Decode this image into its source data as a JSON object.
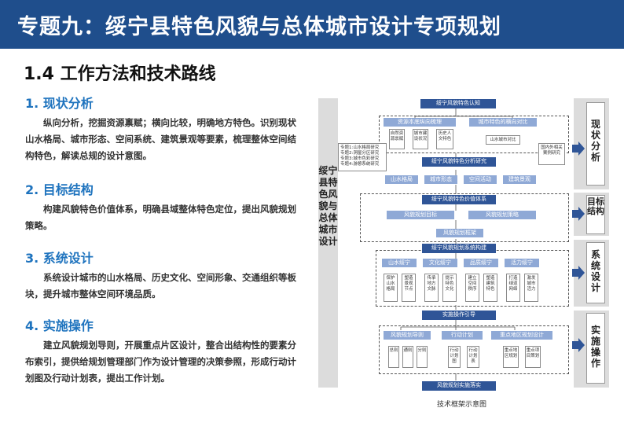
{
  "header": {
    "title": "专题九：绥宁县特色风貌与总体城市设计专项规划"
  },
  "section": {
    "title": "1.4 工作方法和技术路线"
  },
  "items": [
    {
      "heading": "1. 现状分析",
      "text": "纵向分析，挖掘资源禀赋；横向比较，明确地方特色。识别现状山水格局、城市形态、空间系统、建筑景观等要素，梳理整体空间结构特色，解读总规的设计意图。"
    },
    {
      "heading": "2. 目标结构",
      "text": "构建风貌特色价值体系，明确县域整体特色定位，提出风貌规划策略。"
    },
    {
      "heading": "3. 系统设计",
      "text": "系统设计城市的山水格局、历史文化、空间形象、交通组织等板块，提升城市整体空间环境品质。"
    },
    {
      "heading": "4. 实施操作",
      "text": "建立风貌规划导则，开展重点片区设计，整合出结构性的要素分布索引，提供给规划管理部门作为设计管理的决策参照，形成行动计划图及行动计划表，提出工作计划。"
    }
  ],
  "diagram": {
    "left_label": "绥宁县特色风貌与总体城市设计",
    "top": "绥宁风貌特色认知",
    "resource": "资源本底纵向梳理",
    "compare": "城市特色的横向对比",
    "resource_subs": [
      "自然资源禀赋",
      "城市建设状况",
      "历史人文特色"
    ],
    "compare_sub": "山水城市对比",
    "domestic": "国内外相关案例研究",
    "topics": [
      "专题1:山水格局研究",
      "专题2:洞屋分区研究",
      "专题3:城市色彩研究",
      "专题4:游憩系统研究"
    ],
    "analysis": "绥宁风貌特色分析研究",
    "analysis_subs": [
      "山水格局",
      "城市形态",
      "空间活动",
      "建筑景观"
    ],
    "value": "绥宁风貌特色价值体系",
    "goal": "风貌规划目标",
    "strategy": "风貌规划策略",
    "framework": "风貌规划框架",
    "system": "绥宁风貌规划系统构建",
    "systems": [
      "山水绥宁",
      "文化绥宁",
      "品质绥宁",
      "活力绥宁"
    ],
    "system_subs": [
      "保护山水格局",
      "塑造景观节点",
      "传承地方文脉",
      "提示特色文化",
      "建立空间秩序",
      "塑造建筑特色",
      "打造绿道网络",
      "激发城市活力"
    ],
    "guide": "实施操作引导",
    "impl": [
      "风貌规划导则",
      "行动计划",
      "重点地区规划设计"
    ],
    "impl_subs": [
      "总则",
      "通则",
      "分则",
      "行动计划图",
      "行动计划表",
      "重点地区规划",
      "重点项目策划"
    ],
    "final": "风貌规划实施落实",
    "caption": "技术框架示意图",
    "side": [
      "现状分析",
      "目标结构",
      "系统设计",
      "实施操作"
    ]
  }
}
